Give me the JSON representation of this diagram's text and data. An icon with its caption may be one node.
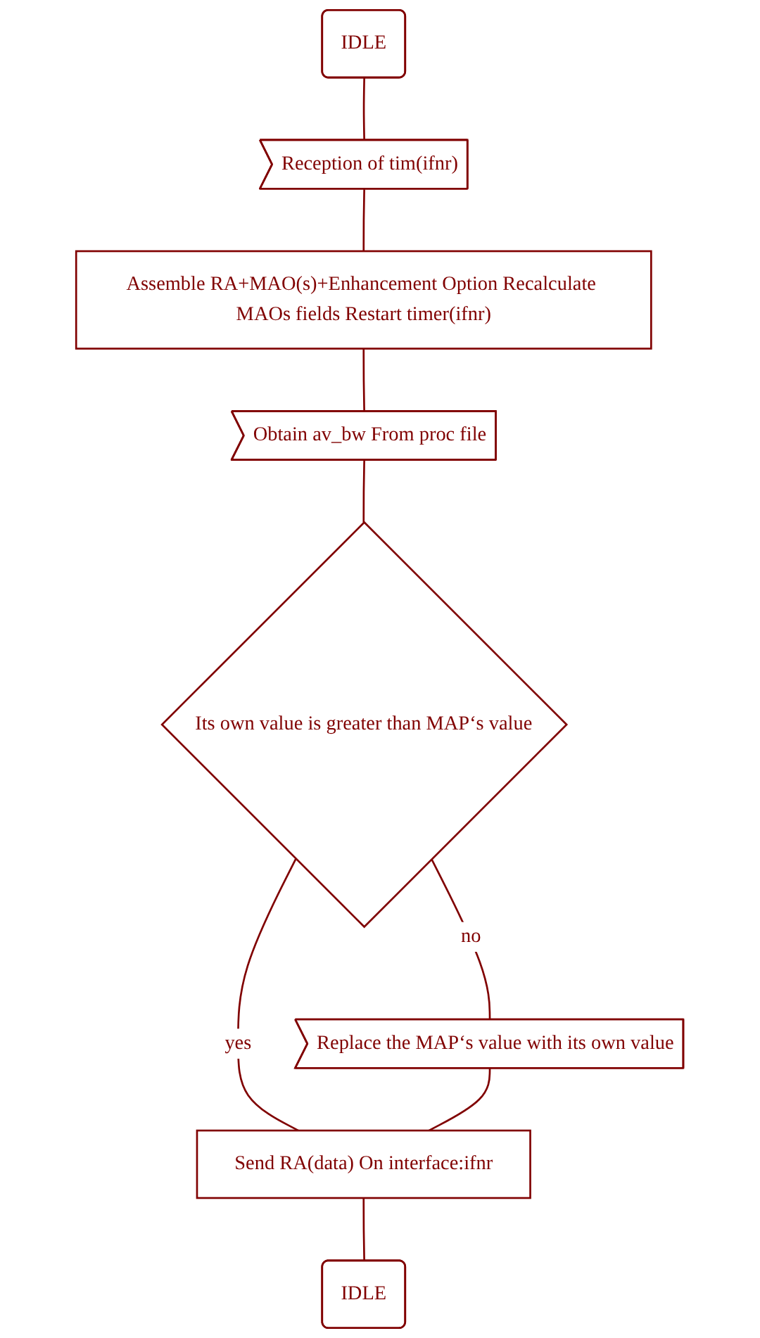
{
  "diagram": {
    "nodes": [
      {
        "text": [
          "IDLE"
        ]
      },
      {
        "text": [
          "Reception of tim(ifnr)"
        ]
      },
      {
        "text": [
          "Assemble RA+MAO(s)+Enhancement Option Recalculate MAOs fields Restart timer(ifnr)"
        ]
      },
      {
        "text": [
          "Obtain av_bw From proc file"
        ]
      },
      {
        "text": [
          "Its own value is greater than MAP‘s value"
        ]
      },
      {
        "text": [
          "Replace the MAP‘s value with its own value"
        ]
      },
      {
        "text": [
          "Send RA(data) On interface:ifnr"
        ]
      },
      {
        "text": [
          "IDLE"
        ]
      }
    ],
    "edges": [
      {
        "from": 0,
        "to": 1,
        "arrow": "none"
      },
      {
        "from": 1,
        "to": 2,
        "arrow": "none"
      },
      {
        "from": 2,
        "to": 3,
        "arrow": "none"
      },
      {
        "from": 3,
        "to": 4,
        "arrow": "none"
      },
      {
        "from": 4,
        "to": 5,
        "arrow": "none",
        "label": "no"
      },
      {
        "from": 4,
        "to": 6,
        "arrow": "none",
        "label": "yes"
      },
      {
        "from": 5,
        "to": 6,
        "arrow": "none"
      },
      {
        "from": 6,
        "to": 7,
        "arrow": "none"
      }
    ]
  }
}
